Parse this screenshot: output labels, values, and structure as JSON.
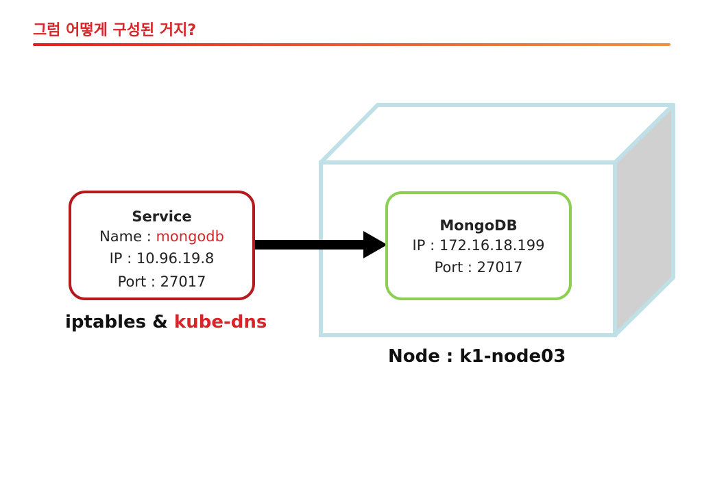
{
  "slide": {
    "title": "그럼 어떻게 구성된 거지?"
  },
  "colors": {
    "title": "#d7262a",
    "service_border": "#b51a1d",
    "mongo_border": "#8ccf52",
    "node_outline": "#bfe0e6",
    "node_side": "#d0d0d0",
    "highlight": "#d7262a"
  },
  "service": {
    "heading": "Service",
    "name_label": "Name : ",
    "name_value": "mongodb",
    "ip": "IP : 10.96.19.8",
    "port": "Port : 27017"
  },
  "mongodb": {
    "heading": "MongoDB",
    "ip": "IP : 172.16.18.199",
    "port": "Port : 27017"
  },
  "captions": {
    "iptables_prefix": "iptables & ",
    "iptables_highlight": "kube-dns",
    "node": "Node : k1-node03"
  },
  "icons": {
    "connector": "right-arrow-icon",
    "node": "node-box-icon"
  }
}
